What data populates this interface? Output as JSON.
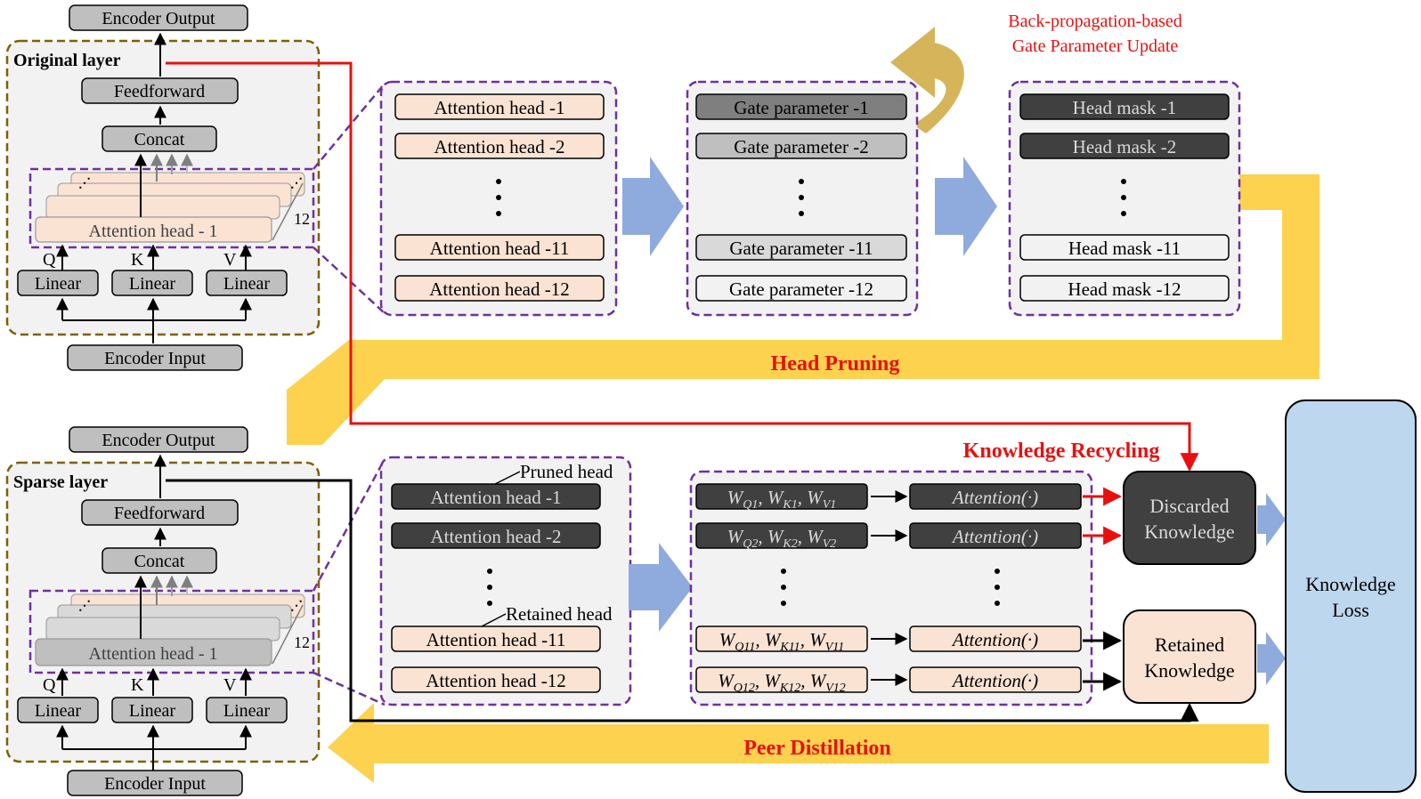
{
  "colors": {
    "accent_red": "#e8100f",
    "yellow_arrow": "#fcd24f",
    "blue_arrow": "#8faadc",
    "purple_dash": "#7030a0",
    "brown_dash": "#7f6000",
    "peach": "#fbe3d3",
    "dark_box": "#404040",
    "gray_box": "#bfbfbf",
    "light_gray_box": "#d9d9d9",
    "loss_blue": "#bdd7ee",
    "gate_arrow": "#d6b55a"
  },
  "encoder_top": {
    "output": "Encoder Output",
    "layer_title": "Original layer",
    "feedforward": "Feedforward",
    "concat": "Concat",
    "head_front": "Attention head - 1",
    "head_count": "12",
    "q": "Q",
    "k": "K",
    "v": "V",
    "linear": "Linear",
    "input": "Encoder Input"
  },
  "encoder_bottom": {
    "output": "Encoder Output",
    "layer_title": "Sparse layer",
    "feedforward": "Feedforward",
    "concat": "Concat",
    "head_front": "Attention head - 1",
    "head_count": "12",
    "q": "Q",
    "k": "K",
    "v": "V",
    "linear": "Linear",
    "input": "Encoder Input"
  },
  "top_heads": [
    "Attention head -1",
    "Attention head -2",
    "Attention head -11",
    "Attention head -12"
  ],
  "gates": [
    "Gate parameter -1",
    "Gate parameter -2",
    "Gate parameter -11",
    "Gate parameter -12"
  ],
  "masks": [
    "Head mask -1",
    "Head mask -2",
    "Head mask -11",
    "Head mask -12"
  ],
  "gate_update_label": [
    "Back-propagation-based",
    "Gate Parameter Update"
  ],
  "head_pruning": "Head Pruning",
  "knowledge_recycling": "Knowledge Recycling",
  "peer_distillation": "Peer Distillation",
  "bottom_heads": [
    "Attention head -1",
    "Attention head -2",
    "Attention head -11",
    "Attention head -12"
  ],
  "pruned_head_label": "Pruned head",
  "retained_head_label": "Retained head",
  "weights": [
    {
      "w": "W",
      "subs": [
        "Q1",
        "K1",
        "V1"
      ]
    },
    {
      "w": "W",
      "subs": [
        "Q2",
        "K2",
        "V2"
      ]
    },
    {
      "w": "W",
      "subs": [
        "Q11",
        "K11",
        "V11"
      ]
    },
    {
      "w": "W",
      "subs": [
        "Q12",
        "K12",
        "V12"
      ]
    }
  ],
  "attention_fn": "Attention(·)",
  "discarded": [
    "Discarded",
    "Knowledge"
  ],
  "retained": [
    "Retained",
    "Knowledge"
  ],
  "loss": [
    "Knowledge",
    "Loss"
  ]
}
